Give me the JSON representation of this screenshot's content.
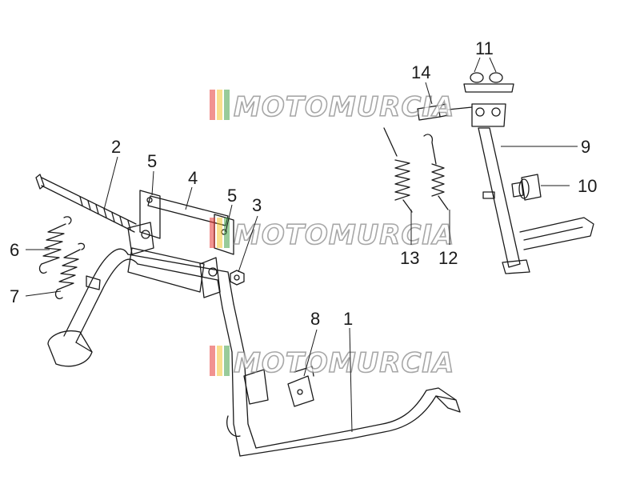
{
  "watermark": {
    "text": "MOTOMURCIA",
    "stripe_colors": [
      "#e53935",
      "#f4c430",
      "#43a047"
    ]
  },
  "callouts": [
    {
      "id": "1",
      "label": "1"
    },
    {
      "id": "2",
      "label": "2"
    },
    {
      "id": "3",
      "label": "3"
    },
    {
      "id": "4",
      "label": "4"
    },
    {
      "id": "5a",
      "label": "5"
    },
    {
      "id": "5b",
      "label": "5"
    },
    {
      "id": "6",
      "label": "6"
    },
    {
      "id": "7",
      "label": "7"
    },
    {
      "id": "8",
      "label": "8"
    },
    {
      "id": "9",
      "label": "9"
    },
    {
      "id": "10",
      "label": "10"
    },
    {
      "id": "11",
      "label": "11"
    },
    {
      "id": "12",
      "label": "12"
    },
    {
      "id": "13",
      "label": "13"
    },
    {
      "id": "14",
      "label": "14"
    }
  ]
}
